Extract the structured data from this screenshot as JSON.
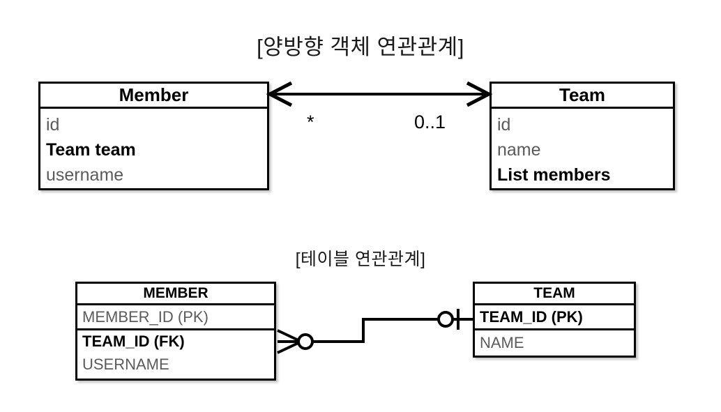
{
  "diagram": {
    "sections": [
      {
        "id": "object-association",
        "title": "[양방향 객체 연관관계]",
        "kind": "uml-class-diagram",
        "classes": [
          {
            "name": "Member",
            "attributes": [
              {
                "text": "id",
                "emphasis": "muted"
              },
              {
                "text": "Team team",
                "emphasis": "strong"
              },
              {
                "text": "username",
                "emphasis": "muted"
              }
            ]
          },
          {
            "name": "Team",
            "attributes": [
              {
                "text": "id",
                "emphasis": "muted"
              },
              {
                "text": "name",
                "emphasis": "muted"
              },
              {
                "text": "List members",
                "emphasis": "strong"
              }
            ]
          }
        ],
        "association": {
          "style": "bidirectional-open-arrow",
          "source_multiplicity": "*",
          "target_multiplicity": "0..1"
        }
      },
      {
        "id": "table-association",
        "title": "[테이블 연관관계]",
        "kind": "er-diagram",
        "tables": [
          {
            "name": "MEMBER",
            "key_column": {
              "text": "MEMBER_ID (PK)",
              "emphasis": "muted"
            },
            "columns": [
              {
                "text": "TEAM_ID (FK)",
                "emphasis": "strong"
              },
              {
                "text": "USERNAME",
                "emphasis": "muted"
              }
            ]
          },
          {
            "name": "TEAM",
            "key_column": {
              "text": "TEAM_ID (PK)",
              "emphasis": "strong"
            },
            "columns": [
              {
                "text": "NAME",
                "emphasis": "muted"
              }
            ]
          }
        ],
        "relationship": {
          "style": "crows-foot",
          "source_cardinality": "zero-or-many",
          "target_cardinality": "zero-or-one"
        }
      }
    ],
    "colors": {
      "stroke": "#000000",
      "background": "#ffffff",
      "muted_text": "#5b5b5b",
      "title_text": "#1a1a1a"
    }
  }
}
